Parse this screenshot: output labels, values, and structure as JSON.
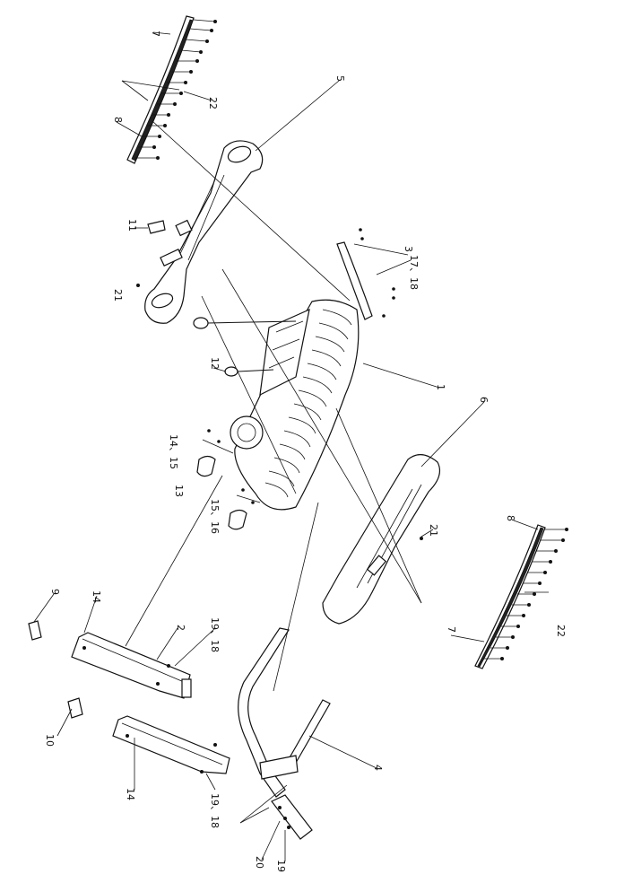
{
  "callouts": [
    {
      "id": "c7a",
      "text": "7"
    },
    {
      "id": "c22a",
      "text": "22"
    },
    {
      "id": "c8a",
      "text": "8"
    },
    {
      "id": "c5",
      "text": "5"
    },
    {
      "id": "c11",
      "text": "11"
    },
    {
      "id": "c21a",
      "text": "21"
    },
    {
      "id": "c3",
      "text": "3"
    },
    {
      "id": "c1718",
      "text": "17、18"
    },
    {
      "id": "c12",
      "text": "12"
    },
    {
      "id": "c1",
      "text": "1"
    },
    {
      "id": "c1415a",
      "text": "14、15"
    },
    {
      "id": "c13",
      "text": "13"
    },
    {
      "id": "c1516",
      "text": "15、16"
    },
    {
      "id": "c6",
      "text": "6"
    },
    {
      "id": "c21b",
      "text": "21"
    },
    {
      "id": "c8b",
      "text": "8"
    },
    {
      "id": "c22b",
      "text": "22"
    },
    {
      "id": "c7b",
      "text": "7"
    },
    {
      "id": "c9",
      "text": "9"
    },
    {
      "id": "c14a",
      "text": "14"
    },
    {
      "id": "c2",
      "text": "2"
    },
    {
      "id": "c1918a",
      "text": "19、18"
    },
    {
      "id": "c10",
      "text": "10"
    },
    {
      "id": "c14b",
      "text": "14"
    },
    {
      "id": "c1918b",
      "text": "19、18"
    },
    {
      "id": "c4",
      "text": "4"
    },
    {
      "id": "c20",
      "text": "20"
    },
    {
      "id": "c19",
      "text": "19"
    }
  ]
}
